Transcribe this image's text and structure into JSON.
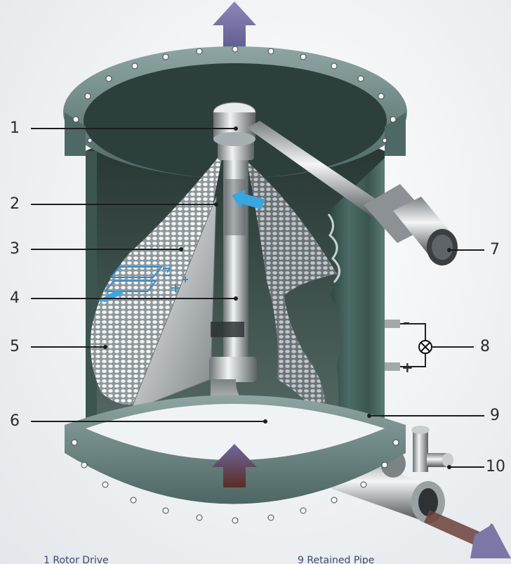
{
  "callouts": [
    {
      "number": "1",
      "side": "left"
    },
    {
      "number": "2",
      "side": "left"
    },
    {
      "number": "3",
      "side": "left"
    },
    {
      "number": "4",
      "side": "left"
    },
    {
      "number": "5",
      "side": "left"
    },
    {
      "number": "6",
      "side": "left"
    },
    {
      "number": "7",
      "side": "right"
    },
    {
      "number": "8",
      "side": "right"
    },
    {
      "number": "9",
      "side": "right"
    },
    {
      "number": "10",
      "side": "right"
    }
  ],
  "sensor_signs": {
    "minus": "–",
    "plus": "+"
  },
  "captions": {
    "left": "1 Rotor Drive",
    "right": "9 Retained Pipe"
  },
  "colors": {
    "vessel_wall": "#3e5a55",
    "flange": "#6f8a88",
    "flow_arrow": "#7b78a8",
    "mesh": "#c9cfd3",
    "accent_blue": "#3aa6e0",
    "drain_out": "#6b3f3a"
  }
}
